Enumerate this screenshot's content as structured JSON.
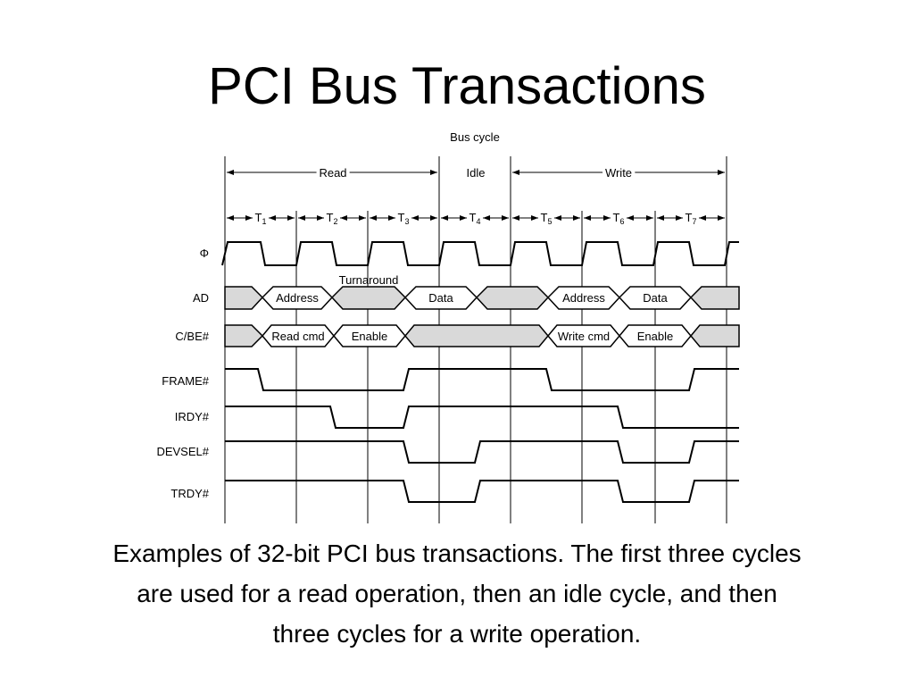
{
  "title": "PCI Bus Transactions",
  "diagram": {
    "bus_cycle_label": "Bus cycle",
    "phases": {
      "read": "Read",
      "idle": "Idle",
      "write": "Write"
    },
    "cycles": [
      "T1",
      "T2",
      "T3",
      "T4",
      "T5",
      "T6",
      "T7"
    ],
    "turnaround_label": "Turnaround",
    "signals": {
      "phi": "Φ",
      "ad": "AD",
      "cbe": "C/BE#",
      "frame": "FRAME#",
      "irdy": "IRDY#",
      "devsel": "DEVSEL#",
      "trdy": "TRDY#"
    },
    "ad_values": {
      "address_read": "Address",
      "data_read": "Data",
      "address_write": "Address",
      "data_write": "Data"
    },
    "cbe_values": {
      "read_cmd": "Read cmd",
      "enable_read": "Enable",
      "write_cmd": "Write cmd",
      "enable_write": "Enable"
    },
    "colors": {
      "line": "#000000",
      "shade": "#d9d9d9"
    }
  },
  "caption": {
    "line1": "Examples of 32-bit PCI bus transactions.  The first three cycles",
    "line2": "are used for a read operation, then an idle cycle, and then",
    "line3": "three cycles for a write operation."
  }
}
